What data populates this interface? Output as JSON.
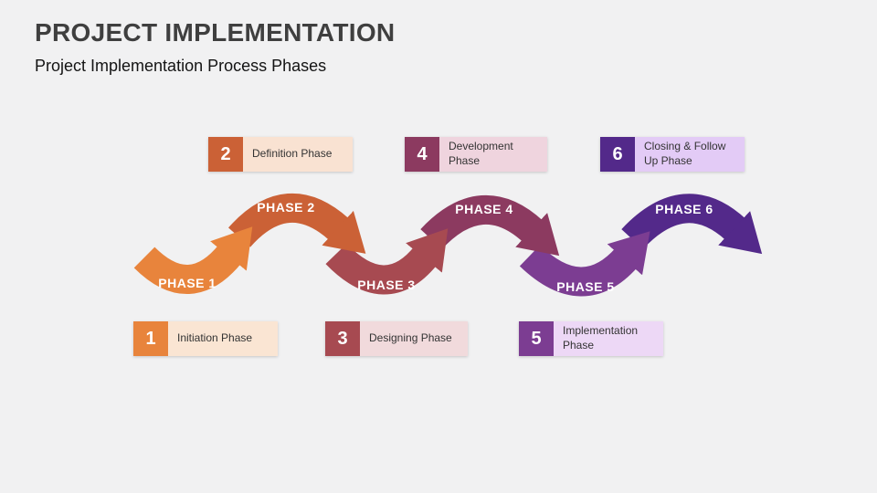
{
  "slide": {
    "title": "PROJECT IMPLEMENTATION",
    "subtitle": "Project Implementation Process Phases"
  },
  "phases": [
    {
      "number": "1",
      "name": "Initiation Phase",
      "arrow_label": "PHASE 1",
      "color": "#E8843C",
      "tint": "#FAE5D3"
    },
    {
      "number": "2",
      "name": "Definition Phase",
      "arrow_label": "PHASE 2",
      "color": "#CB6136",
      "tint": "#F9E2D2"
    },
    {
      "number": "3",
      "name": "Designing Phase",
      "arrow_label": "PHASE 3",
      "color": "#A74A51",
      "tint": "#F1DADC"
    },
    {
      "number": "4",
      "name": "Development Phase",
      "arrow_label": "PHASE 4",
      "color": "#8C3A60",
      "tint": "#EFD4DE"
    },
    {
      "number": "5",
      "name": "Implementation Phase",
      "arrow_label": "PHASE 5",
      "color": "#7C3D92",
      "tint": "#EDD8F6"
    },
    {
      "number": "6",
      "name": "Closing & Follow Up Phase",
      "arrow_label": "PHASE 6",
      "color": "#53298A",
      "tint": "#E3CBF6"
    }
  ]
}
